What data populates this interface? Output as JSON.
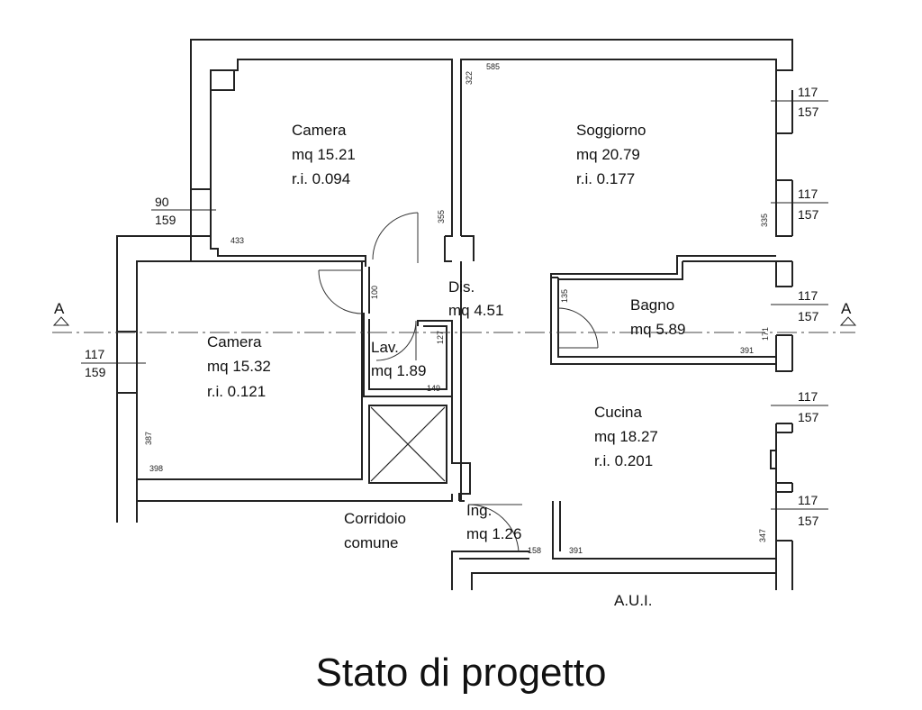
{
  "title": "Stato di progetto",
  "section": {
    "left_label": "A",
    "right_label": "A"
  },
  "rooms": {
    "camera_top": {
      "name": "Camera",
      "area": "mq 15.21",
      "ri": "r.i. 0.094"
    },
    "soggiorno": {
      "name": "Soggiorno",
      "area": "mq 20.79",
      "ri": "r.i. 0.177"
    },
    "camera_left": {
      "name": "Camera",
      "area": "mq 15.32",
      "ri": "r.i. 0.121"
    },
    "dis": {
      "name": "Dis.",
      "area": "mq 4.51"
    },
    "lav": {
      "name": "Lav.",
      "area": "mq 1.89"
    },
    "bagno": {
      "name": "Bagno",
      "area": "mq 5.89"
    },
    "cucina": {
      "name": "Cucina",
      "area": "mq 18.27",
      "ri": "r.i. 0.201"
    },
    "ing": {
      "name": "Ing.",
      "area": "mq 1.26"
    },
    "corridoio": {
      "line1": "Corridoio",
      "line2": "comune"
    },
    "aui": {
      "name": "A.U.I."
    }
  },
  "windows": {
    "w_top_left": {
      "top": "90",
      "bottom": "159"
    },
    "w_left": {
      "top": "117",
      "bottom": "159"
    },
    "w_r1": {
      "top": "117",
      "bottom": "157"
    },
    "w_r2": {
      "top": "117",
      "bottom": "157"
    },
    "w_r3": {
      "top": "117",
      "bottom": "157"
    },
    "w_r4": {
      "top": "117",
      "bottom": "157"
    },
    "w_r5": {
      "top": "117",
      "bottom": "157"
    }
  },
  "small_dims": {
    "d322": "322",
    "d585": "585",
    "d355": "355",
    "d433": "433",
    "d335": "335",
    "d100": "100",
    "d135": "135",
    "d127": "127",
    "d149": "149",
    "d171": "171",
    "d391a": "391",
    "d387": "387",
    "d398": "398",
    "d158": "158",
    "d391b": "391",
    "d347": "347"
  }
}
